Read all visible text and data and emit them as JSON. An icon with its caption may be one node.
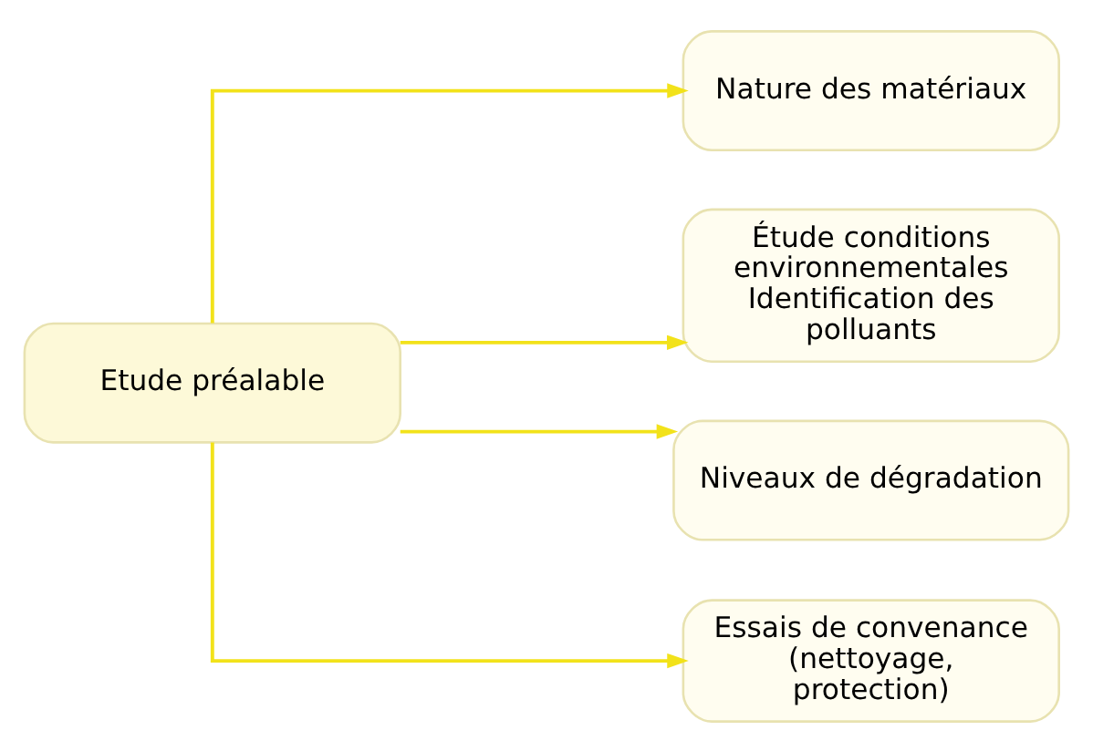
{
  "diagram": {
    "nodes": [
      {
        "text": [
          "Etude préalable"
        ]
      },
      {
        "text": [
          "Nature des matériaux"
        ]
      },
      {
        "text": [
          "Étude conditions environnementales",
          "Identification des polluants"
        ]
      },
      {
        "text": [
          "Niveaux de dégradation"
        ]
      },
      {
        "text": [
          "Essais de convenance (nettoyage, protection)"
        ]
      }
    ],
    "edges": [
      {
        "from": 0,
        "to": 1,
        "arrow": "to"
      },
      {
        "from": 0,
        "to": 2,
        "arrow": "to"
      },
      {
        "from": 0,
        "to": 3,
        "arrow": "to"
      },
      {
        "from": 0,
        "to": 4,
        "arrow": "to"
      }
    ]
  }
}
